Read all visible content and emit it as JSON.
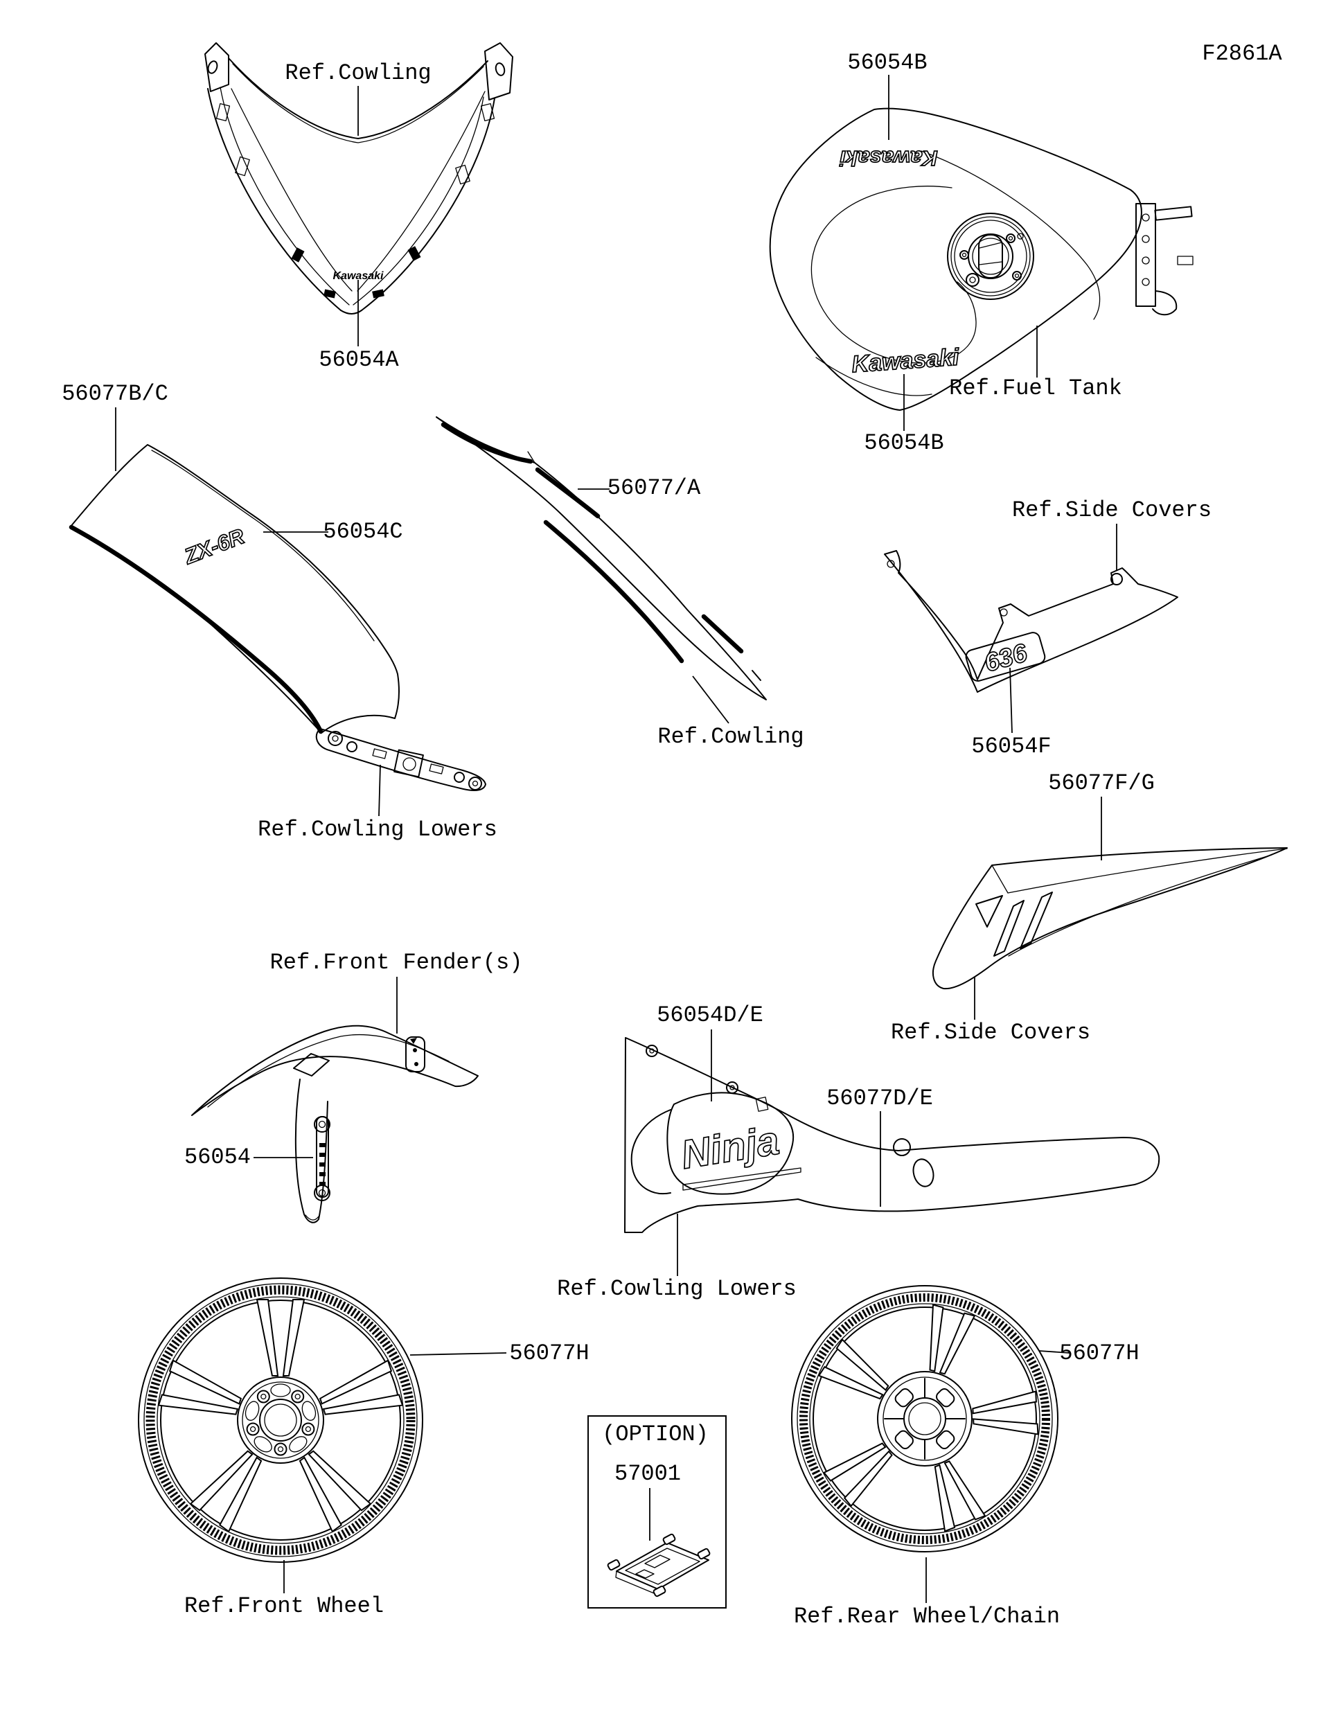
{
  "page": {
    "diagram_code": "F2861A",
    "background_color": "#ffffff",
    "line_color": "#000000"
  },
  "labels": {
    "ref_cowling_top": "Ref.Cowling",
    "num_56054A": "56054A",
    "num_56054B_top": "56054B",
    "ref_fuel_tank": "Ref.Fuel Tank",
    "num_56054B_bottom": "56054B",
    "num_56077BC": "56077B/C",
    "num_56054C": "56054C",
    "ref_cowling_lowers_left": "Ref.Cowling Lowers",
    "num_56077A": "56077/A",
    "ref_cowling_mid": "Ref.Cowling",
    "ref_side_covers_top": "Ref.Side Covers",
    "num_56054F": "56054F",
    "num_56077FG": "56077F/G",
    "ref_side_covers_bottom": "Ref.Side Covers",
    "ref_front_fender": "Ref.Front Fender(s)",
    "num_56054": "56054",
    "num_56054DE": "56054D/E",
    "num_56077DE": "56077D/E",
    "ref_cowling_lowers_mid": "Ref.Cowling Lowers",
    "num_56077H_front": "56077H",
    "option_caption": "(OPTION)",
    "num_57001": "57001",
    "num_56077H_rear": "56077H",
    "ref_front_wheel": "Ref.Front Wheel",
    "ref_rear_wheel_chain": "Ref.Rear Wheel/Chain"
  },
  "decals": {
    "windscreen_logo": "Kawasaki",
    "tank_top_logo": "Kawasaki",
    "tank_bottom_logo": "Kawasaki",
    "fairing_logo": "ZX-6R",
    "side_cover_logo": "636",
    "lower_cowling_logo": "Ninja"
  }
}
